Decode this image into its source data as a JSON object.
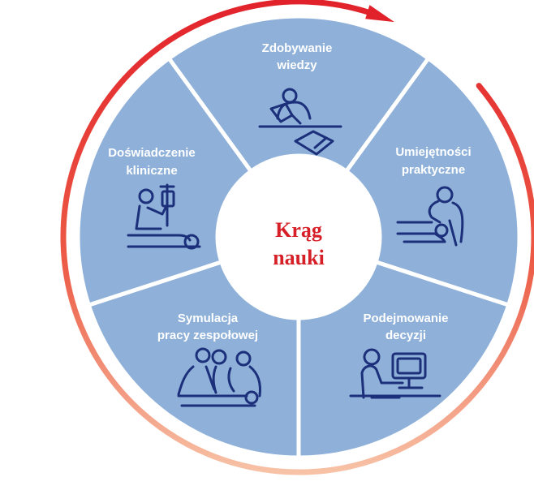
{
  "diagram": {
    "center": {
      "line1": "Krąg",
      "line2": "nauki"
    },
    "segments": [
      {
        "line1": "Zdobywanie",
        "line2": "wiedzy",
        "icon": "reading-icon"
      },
      {
        "line1": "Umiejętności",
        "line2": "praktyczne",
        "icon": "patient-exam-icon"
      },
      {
        "line1": "Podejmowanie",
        "line2": "decyzji",
        "icon": "computer-desk-icon"
      },
      {
        "line1": "Symulacja",
        "line2": "pracy zespołowej",
        "icon": "team-care-icon"
      },
      {
        "line1": "Doświadczenie",
        "line2": "kliniczne",
        "icon": "iv-drip-icon"
      }
    ],
    "colors": {
      "segment_fill": "#8fb1d9",
      "segment_border": "#ffffff",
      "icon_stroke": "#1b2f7a",
      "center_text": "#d61f26",
      "arc_start": "#e2222b",
      "arc_end": "#f7c2a6"
    }
  }
}
